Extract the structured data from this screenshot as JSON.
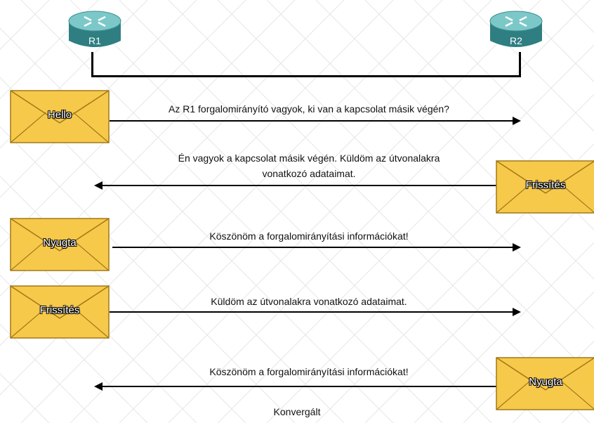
{
  "routers": [
    {
      "label": "R1"
    },
    {
      "label": "R2"
    }
  ],
  "messages": [
    {
      "envelope": "Hello",
      "text": "Az R1 forgalomirányító vagyok, ki van a kapcsolat másik végén?"
    },
    {
      "envelope": "Frissítés",
      "text_line1": "Én vagyok a kapcsolat másik végén. Küldöm az útvonalakra",
      "text_line2": "vonatkozó adataimat."
    },
    {
      "envelope": "Nyugta",
      "text": "Köszönöm a forgalomirányítási információkat!"
    },
    {
      "envelope": "Frissítés",
      "text": "Küldöm az útvonalakra vonatkozó adataimat."
    },
    {
      "envelope": "Nyugta",
      "text": "Köszönöm a forgalomirányítási információkat!"
    }
  ],
  "footer": "Konvergált",
  "colors": {
    "envelope_fill": "#f7c94a",
    "envelope_edge": "#a07818",
    "router_body": "#2f8a8c",
    "router_top": "#6fc2c3"
  }
}
